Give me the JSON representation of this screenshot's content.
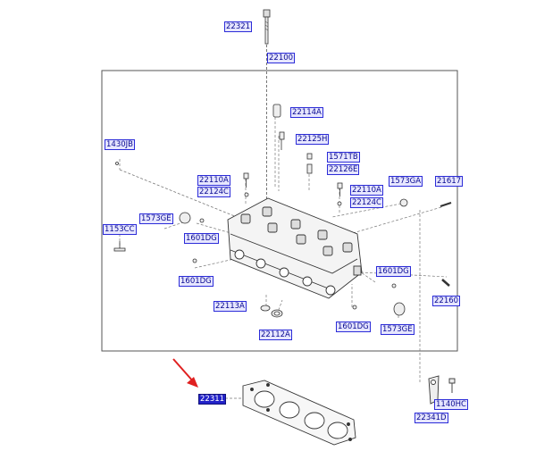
{
  "diagram": {
    "callouts": [
      {
        "id": "c0",
        "text": "22321"
      },
      {
        "id": "c1",
        "text": "22100"
      },
      {
        "id": "c2",
        "text": "22114A"
      },
      {
        "id": "c3",
        "text": "1430JB"
      },
      {
        "id": "c4",
        "text": "22125H"
      },
      {
        "id": "c5",
        "text": "1571TB"
      },
      {
        "id": "c6",
        "text": "22126E"
      },
      {
        "id": "c7",
        "text": "22110A"
      },
      {
        "id": "c8",
        "text": "22124C"
      },
      {
        "id": "c9",
        "text": "22110A"
      },
      {
        "id": "c10",
        "text": "22124C"
      },
      {
        "id": "c11",
        "text": "1573GA"
      },
      {
        "id": "c12",
        "text": "21617"
      },
      {
        "id": "c13",
        "text": "1573GE"
      },
      {
        "id": "c14",
        "text": "1153CC"
      },
      {
        "id": "c15",
        "text": "1601DG"
      },
      {
        "id": "c16",
        "text": "1601DG"
      },
      {
        "id": "c17",
        "text": "1601DG"
      },
      {
        "id": "c18",
        "text": "22160"
      },
      {
        "id": "c19",
        "text": "22113A"
      },
      {
        "id": "c20",
        "text": "22112A"
      },
      {
        "id": "c21",
        "text": "1601DG"
      },
      {
        "id": "c22",
        "text": "1573GE"
      },
      {
        "id": "c23",
        "text": "22311"
      },
      {
        "id": "c24",
        "text": "1140HC"
      },
      {
        "id": "c25",
        "text": "22341D"
      }
    ],
    "highlighted_callout": "22311",
    "colors": {
      "callout_border": "#2c2cd8",
      "callout_fill": "#e6e6ff",
      "callout_text": "#0a0a90",
      "highlight": "#2222c8",
      "pointer_arrow": "#e02020"
    }
  }
}
